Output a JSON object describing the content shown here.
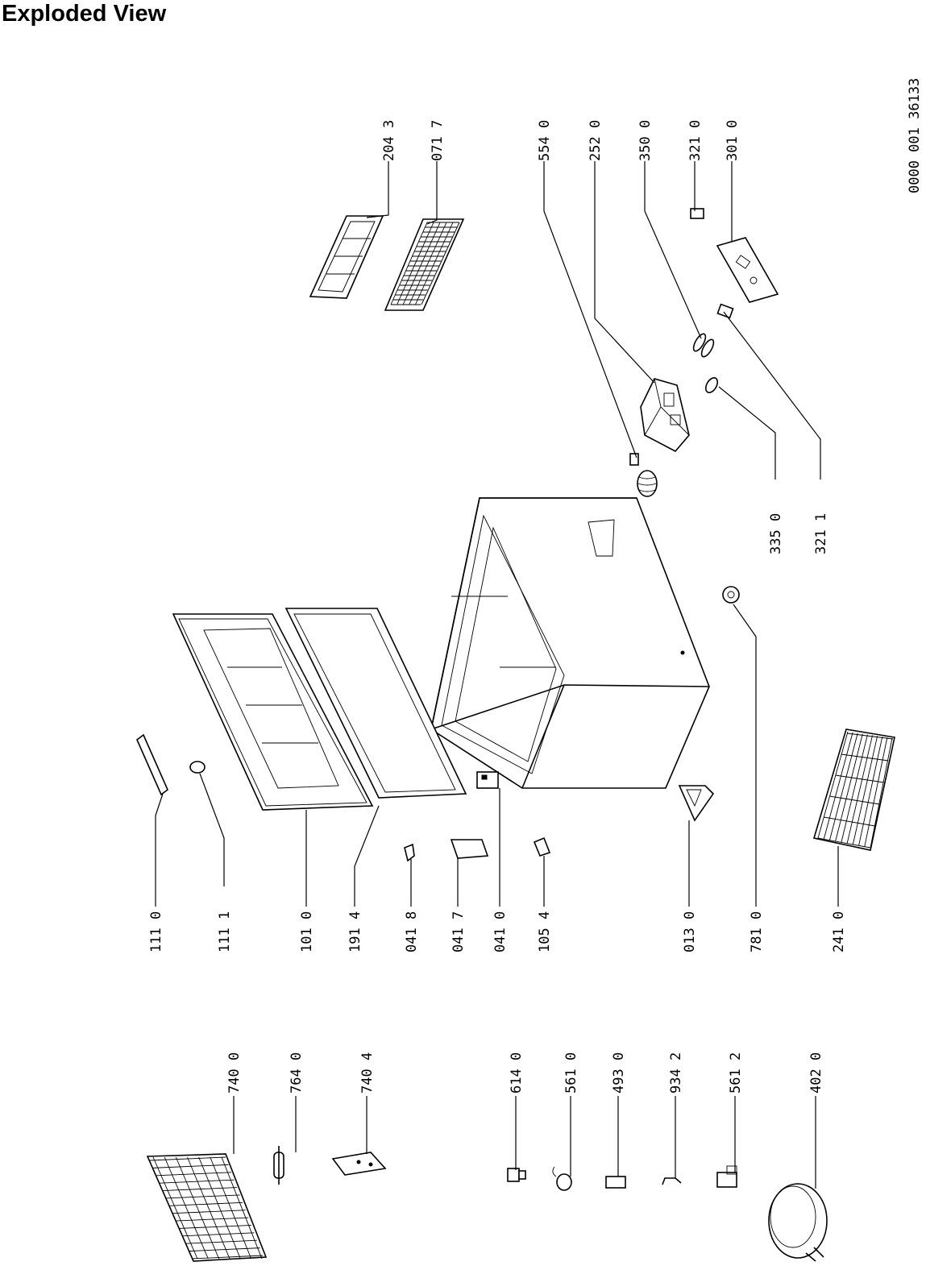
{
  "title": "Exploded View",
  "reference": "0000 001 36133",
  "labels": {
    "p2043": "204 3",
    "p0717": "071 7",
    "p5540": "554 0",
    "p2520": "252 0",
    "p3500": "350 0",
    "p3210": "321 0",
    "p3010": "301 0",
    "p3350": "335 0",
    "p3211": "321 1",
    "p1110": "111 0",
    "p1111": "111 1",
    "p1010": "101 0",
    "p1914": "191 4",
    "p0418": "041 8",
    "p0417": "041 7",
    "p0410": "041 0",
    "p1054": "105 4",
    "p0130": "013 0",
    "p7810": "781 0",
    "p2410": "241 0",
    "p7400": "740 0",
    "p7640": "764 0",
    "p7404": "740 4",
    "p6140": "614 0",
    "p5610": "561 0",
    "p4930": "493 0",
    "p9342": "934 2",
    "p5612": "561 2",
    "p4020": "402 0"
  }
}
